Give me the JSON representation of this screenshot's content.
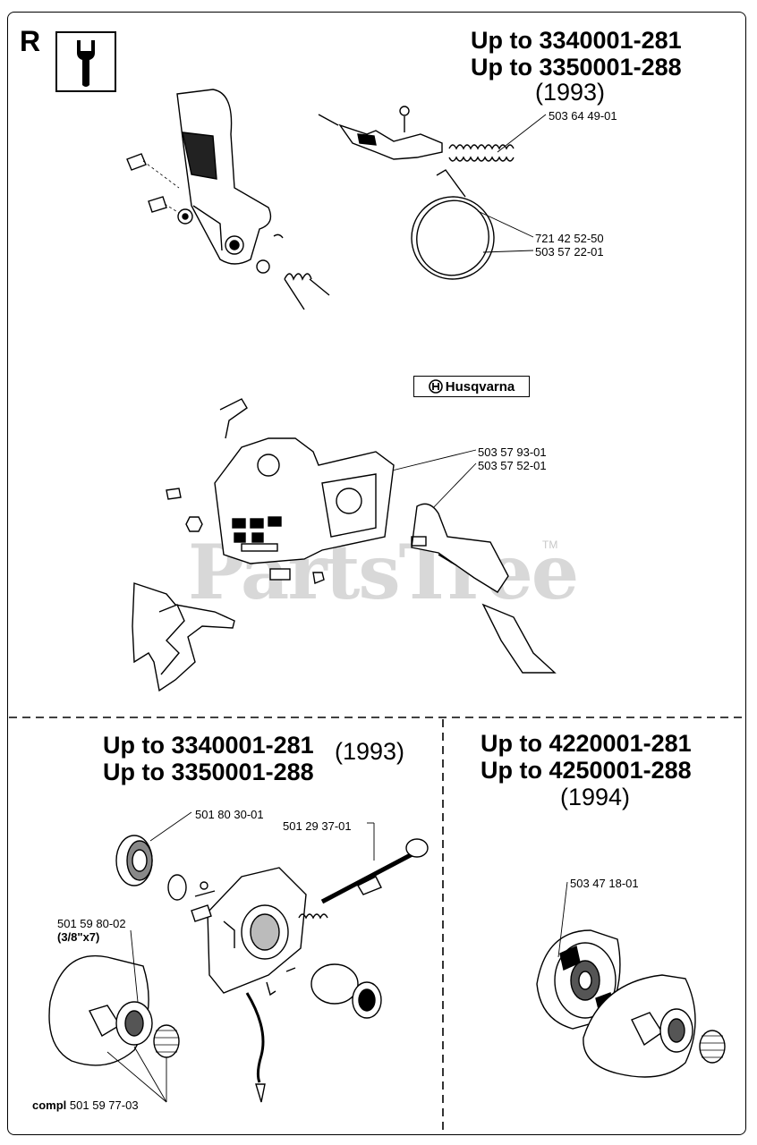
{
  "section_letter": "R",
  "top_section": {
    "heading_line1": "Up to 3340001-281",
    "heading_line2": "Up to 3350001-288",
    "year": "(1993)",
    "part_numbers": [
      "503 64 49-01",
      "721 42 52-50",
      "503 57 22-01",
      "503 57 93-01",
      "503 57 52-01"
    ]
  },
  "logo_text": "Husqvarna",
  "watermark": "PartsTree",
  "watermark_tm": "TM",
  "bottom_left": {
    "heading_line1": "Up to 3340001-281",
    "heading_line2": "Up to 3350001-288",
    "year": "(1993)",
    "part_numbers": [
      "501 80 30-01",
      "501 29 37-01",
      "501 59 80-02"
    ],
    "size_note": "(3/8\"x7)",
    "compl_prefix": "compl",
    "compl_number": "501 59 77-03"
  },
  "bottom_right": {
    "heading_line1": "Up to 4220001-281",
    "heading_line2": "Up to 4250001-288",
    "year": "(1994)",
    "part_numbers": [
      "503 47 18-01"
    ]
  }
}
